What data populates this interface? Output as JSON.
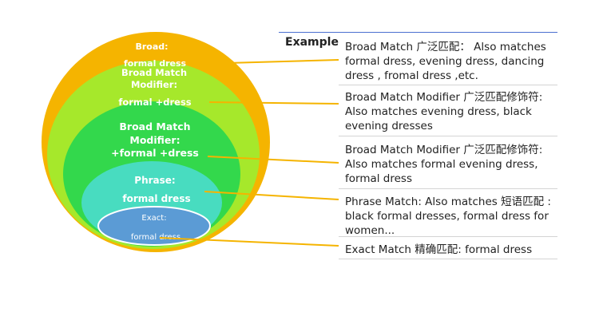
{
  "example_heading": "Example",
  "rings": [
    {
      "id": "broad",
      "lines": [
        "Broad\u0000",
        "formal dress"
      ],
      "color": "#f5b400"
    },
    {
      "id": "bmm",
      "lines": [
        "Broad Match",
        "Modifier:",
        "formal +dress"
      ],
      "color": "#a6e82b"
    },
    {
      "id": "bmm2",
      "lines": [
        "Broad Match",
        "Modifier:",
        "+formal +dress"
      ],
      "color": "#33d84c"
    },
    {
      "id": "phrase",
      "lines": [
        "Phrase:",
        "formal dress"
      ],
      "color": "#48dcc0"
    },
    {
      "id": "exact",
      "lines": [
        "Exact:",
        "formal dress"
      ],
      "color": "#5b9bd5"
    }
  ],
  "connector_color": "#f5b400",
  "descriptions": [
    {
      "lines": [
        "Broad Match 广泛匹配：  Also matches",
        "formal dress, evening dress,  dancing",
        "dress , fromal dress ,etc."
      ]
    },
    {
      "lines": [
        "Broad Match Modifier 广泛匹配修饰符:",
        "Also matches evening dress, black",
        "evening dresses"
      ]
    },
    {
      "lines": [
        "Broad Match Modifier 广泛匹配修饰符:",
        "Also matches formal evening dress,",
        "formal dress"
      ]
    },
    {
      "lines": [
        "Phrase Match: Also matches 短语匹配 :",
        "black formal dresses, formal dress for",
        "women..."
      ]
    },
    {
      "lines": [
        "Exact Match 精确匹配: formal dress"
      ]
    }
  ]
}
